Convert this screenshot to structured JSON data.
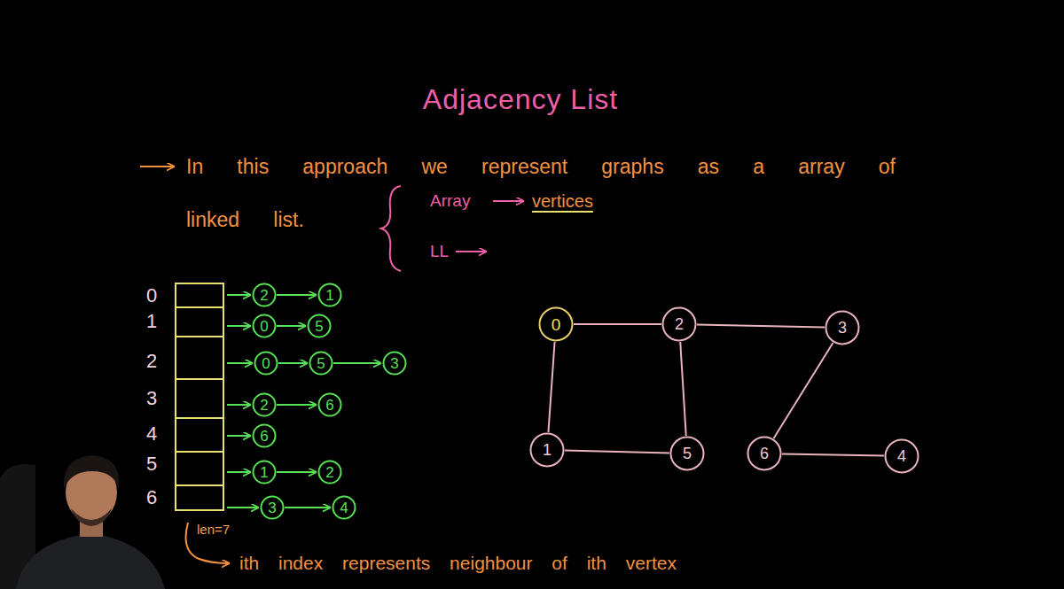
{
  "diagram": {
    "title": "Adjacency List",
    "nodes": [
      {
        "text": [
          "2"
        ]
      },
      {
        "text": [
          "1"
        ]
      },
      {
        "text": [
          "0"
        ]
      },
      {
        "text": [
          "5"
        ]
      },
      {
        "text": [
          "0"
        ]
      },
      {
        "text": [
          "5"
        ]
      },
      {
        "text": [
          "3"
        ]
      },
      {
        "text": [
          "2"
        ]
      },
      {
        "text": [
          "6"
        ]
      },
      {
        "text": [
          "6"
        ]
      },
      {
        "text": [
          "1"
        ]
      },
      {
        "text": [
          "2"
        ]
      },
      {
        "text": [
          "3"
        ]
      },
      {
        "text": [
          "4"
        ]
      },
      {
        "text": [
          "0"
        ]
      },
      {
        "text": [
          "2"
        ]
      },
      {
        "text": [
          "3"
        ]
      },
      {
        "text": [
          "1"
        ]
      },
      {
        "text": [
          "5"
        ]
      },
      {
        "text": [
          "6"
        ]
      },
      {
        "text": [
          "4"
        ]
      }
    ],
    "edges": [
      {
        "from": 0,
        "to": 1,
        "arrow": "to"
      },
      {
        "from": 2,
        "to": 3,
        "arrow": "to"
      },
      {
        "from": 4,
        "to": 5,
        "arrow": "to"
      },
      {
        "from": 5,
        "to": 6,
        "arrow": "to"
      },
      {
        "from": 7,
        "to": 8,
        "arrow": "to"
      },
      {
        "from": 10,
        "to": 11,
        "arrow": "to"
      },
      {
        "from": 12,
        "to": 13,
        "arrow": "to"
      },
      {
        "from": 14,
        "to": 15,
        "arrow": "none"
      },
      {
        "from": 15,
        "to": 16,
        "arrow": "none"
      },
      {
        "from": 14,
        "to": 17,
        "arrow": "none"
      },
      {
        "from": 15,
        "to": 18,
        "arrow": "none"
      },
      {
        "from": 17,
        "to": 18,
        "arrow": "none"
      },
      {
        "from": 16,
        "to": 19,
        "arrow": "none"
      },
      {
        "from": 19,
        "to": 20,
        "arrow": "none"
      }
    ],
    "labels": [
      "In this approach we represent graphs as a array of linked list.",
      "Array",
      "vertices",
      "LL",
      "0",
      "1",
      "2",
      "3",
      "4",
      "5",
      "6",
      "len=7",
      "ith index represents neighbour of ith vertex"
    ]
  }
}
